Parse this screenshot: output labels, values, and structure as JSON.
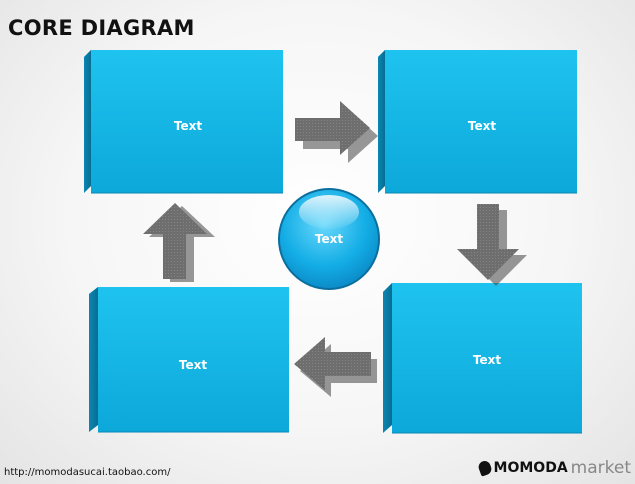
{
  "title": "CORE DIAGRAM",
  "boxes": [
    {
      "label": "Text"
    },
    {
      "label": "Text"
    },
    {
      "label": "Text"
    },
    {
      "label": "Text"
    }
  ],
  "center": {
    "label": "Text"
  },
  "footer": {
    "url": "http://momodasucai.taobao.com/",
    "brand_name": "MOMODA",
    "brand_suffix": "market"
  },
  "colors": {
    "box_front": "#10b6e6",
    "box_top": "#5cd6f7",
    "box_side": "#0a7da6",
    "arrow": "#6f6f6f"
  }
}
